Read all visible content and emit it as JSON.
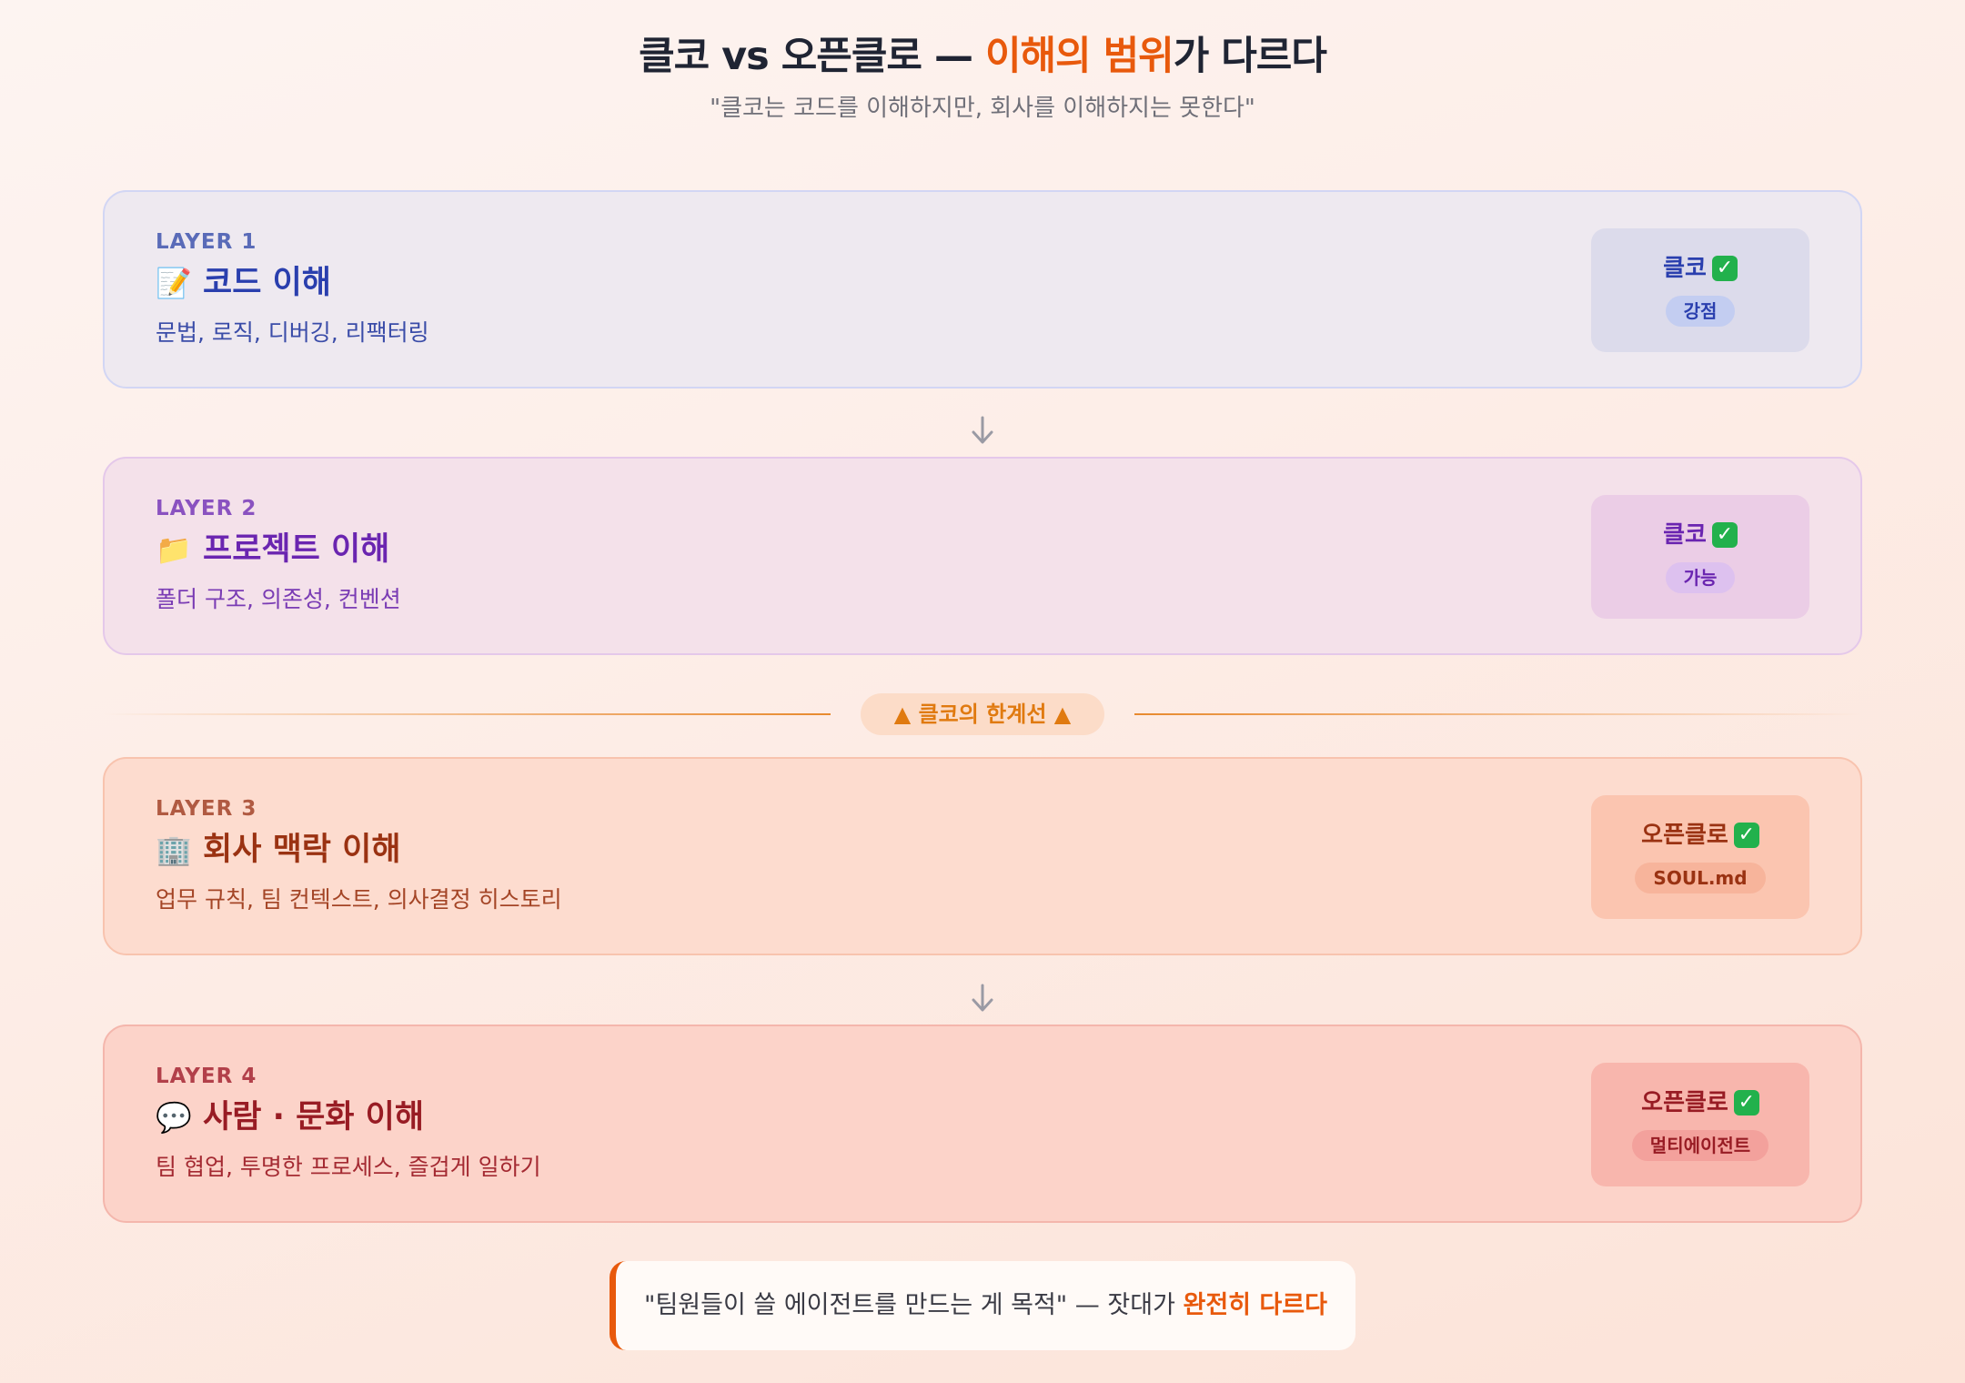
{
  "header": {
    "title_main": "클코 vs 오픈클로 — ",
    "title_accent": "이해의 범위",
    "title_tail": "가 다르다",
    "subtitle": "\"클코는 코드를 이해하지만, 회사를 이해하지는 못한다\""
  },
  "layers": [
    {
      "label": "LAYER 1",
      "icon": "memo-icon",
      "emoji": "📝",
      "title": "코드 이해",
      "desc": "문법, 로직, 디버깅, 리팩터링",
      "badge_name": "클코",
      "badge_pill": "강점"
    },
    {
      "label": "LAYER 2",
      "icon": "folder-icon",
      "emoji": "📁",
      "title": "프로젝트 이해",
      "desc": "폴더 구조, 의존성, 컨벤션",
      "badge_name": "클코",
      "badge_pill": "가능"
    },
    {
      "label": "LAYER 3",
      "icon": "office-building-icon",
      "emoji": "🏢",
      "title": "회사 맥락 이해",
      "desc": "업무 규칙, 팀 컨텍스트, 의사결정 히스토리",
      "badge_name": "오픈클로",
      "badge_pill": "SOUL.md"
    },
    {
      "label": "LAYER 4",
      "icon": "speech-bubble-icon",
      "emoji": "💬",
      "title": "사람 · 문화 이해",
      "desc": "팀 협업, 투명한 프로세스, 즐겁게 일하기",
      "badge_name": "오픈클로",
      "badge_pill": "멀티에이전트"
    }
  ],
  "check_glyph": "✓",
  "limit_label": "▲ 클코의 한계선 ▲",
  "quote": {
    "text": "\"팀원들이 쓸 에이전트를 만드는 게 목적\" — 잣대가 ",
    "accent": "완전히 다르다"
  },
  "colors": {
    "accent": "#e8590c",
    "check": "#22b14c",
    "limit": "#e88a2e"
  }
}
